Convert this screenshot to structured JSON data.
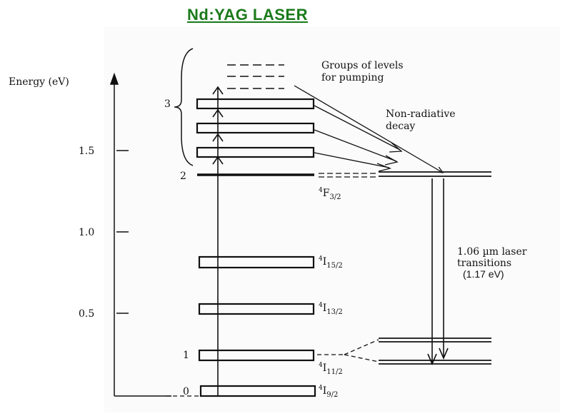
{
  "title": "Nd:YAG LASER",
  "axis": {
    "label": "Energy (eV)",
    "ticks": [
      "1.5",
      "1.0",
      "0.5"
    ]
  },
  "level_numbers": [
    "3",
    "2",
    "1",
    "0"
  ],
  "levels": {
    "f32": {
      "base": "4",
      "name": "F",
      "sub": "3/2"
    },
    "i152": {
      "base": "4",
      "name": "I",
      "sub": "15/2"
    },
    "i132": {
      "base": "4",
      "name": "I",
      "sub": "13/2"
    },
    "i112": {
      "base": "4",
      "name": "I",
      "sub": "11/2"
    },
    "i92": {
      "base": "4",
      "name": "I",
      "sub": "9/2"
    }
  },
  "annotations": {
    "pump_line1": "Groups of levels",
    "pump_line2": "for pumping",
    "decay_line1": "Non-radiative",
    "decay_line2": "decay",
    "laser_line1": "1.06 µm laser",
    "laser_line2": "transitions",
    "laser_energy": "(1.17 eV)"
  },
  "colors": {
    "title": "#1a7a1a",
    "ink": "#111111"
  }
}
